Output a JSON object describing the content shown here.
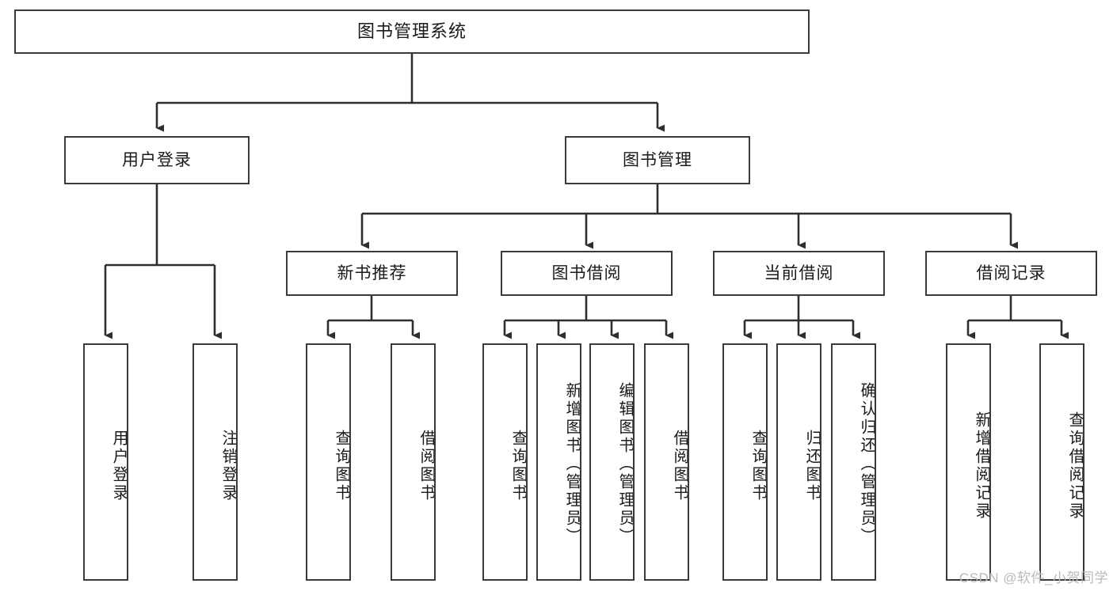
{
  "diagram": {
    "title": "图书管理系统",
    "type": "tree-hierarchy",
    "watermark": "CSDN @软件_小贺同学",
    "colors": {
      "stroke": "#3a3a3a",
      "fill": "#ffffff",
      "text": "#1a1a1a",
      "watermark": "#b9b9b9"
    },
    "root": {
      "label": "图书管理系统"
    },
    "level2": [
      {
        "label": "用户登录"
      },
      {
        "label": "图书管理"
      }
    ],
    "level3": [
      {
        "label": "新书推荐"
      },
      {
        "label": "图书借阅"
      },
      {
        "label": "当前借阅"
      },
      {
        "label": "借阅记录"
      }
    ],
    "leaves": {
      "user_login": [
        {
          "label": "用户登录"
        },
        {
          "label": "注销登录"
        }
      ],
      "new_book": [
        {
          "label": "查询图书"
        },
        {
          "label": "借阅图书"
        }
      ],
      "book_borrow": [
        {
          "label": "查询图书"
        },
        {
          "label": "新增图书（管理员）"
        },
        {
          "label": "编辑图书（管理员）"
        },
        {
          "label": "借阅图书"
        }
      ],
      "current_borrow": [
        {
          "label": "查询图书"
        },
        {
          "label": "归还图书"
        },
        {
          "label": "确认归还（管理员）"
        }
      ],
      "borrow_record": [
        {
          "label": "新增借阅记录"
        },
        {
          "label": "查询借阅记录"
        }
      ]
    }
  }
}
